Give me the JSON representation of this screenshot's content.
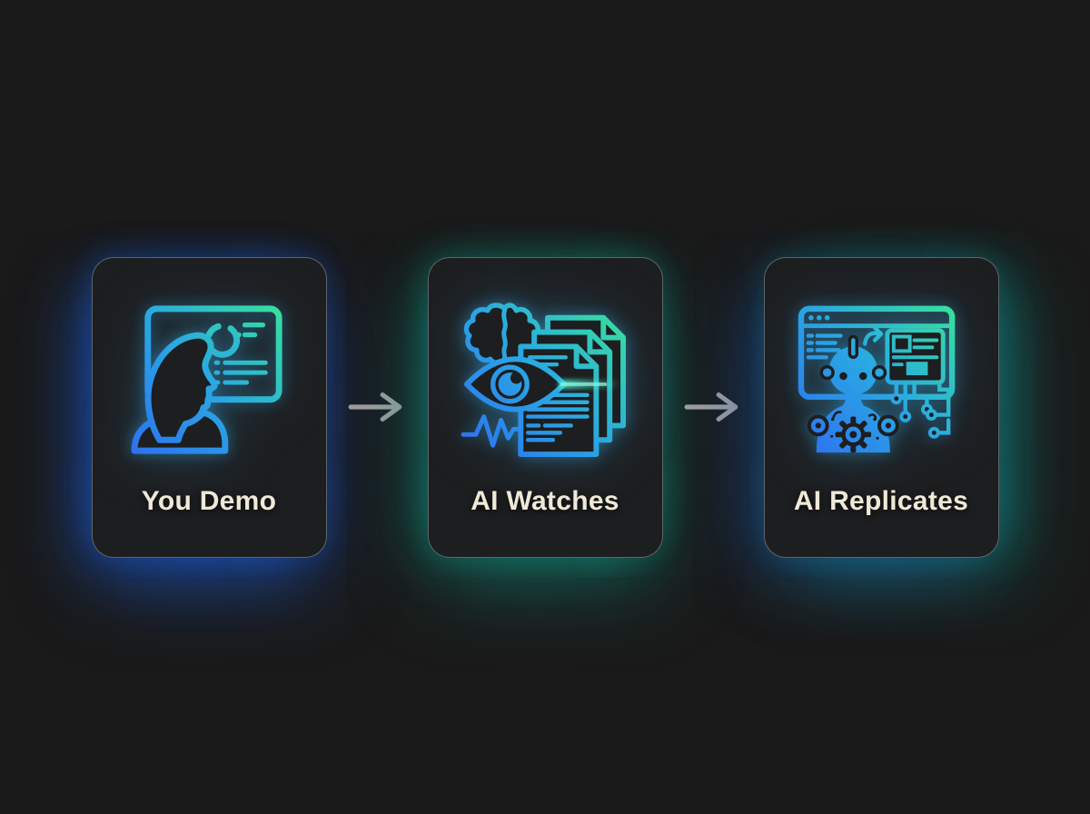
{
  "diagram": {
    "title": "demo-to-replication flow",
    "background_color": "#1a1a1a",
    "card_color": "#1d1e20",
    "text_color": "#f1e9d7",
    "arrow_color": "#9d9d9d",
    "gradient_blue": "#2e6ff0",
    "gradient_teal": "#38e29a",
    "steps": [
      {
        "label": "You Demo",
        "icon": "person-presenting-chart-icon",
        "glow": "blue"
      },
      {
        "label": "AI Watches",
        "icon": "eye-brain-documents-icon",
        "glow": "teal"
      },
      {
        "label": "AI Replicates",
        "icon": "robot-browser-circuit-icon",
        "glow": "blue-teal"
      }
    ],
    "arrows": [
      {
        "glyph": "right-arrow"
      },
      {
        "glyph": "right-arrow"
      }
    ]
  }
}
